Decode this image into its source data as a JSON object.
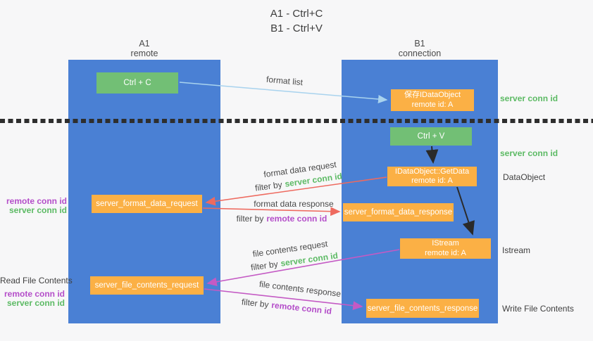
{
  "title": {
    "line1": "A1 - Ctrl+C",
    "line2": "B1 - Ctrl+V"
  },
  "columns": {
    "a1": {
      "name": "A1",
      "subtitle": "remote"
    },
    "b1": {
      "name": "B1",
      "subtitle": "connection"
    }
  },
  "nodes": {
    "ctrl_c": "Ctrl + C",
    "ctrl_v": "Ctrl + V",
    "save_dataobject": {
      "line1": "保存IDataObject",
      "line2": "remote id: A"
    },
    "getdata": {
      "line1": "IDataObject::GetData",
      "line2": "remote id: A"
    },
    "istream": {
      "line1": "IStream",
      "line2": "remote id: A"
    },
    "format_request": "server_format_data_request",
    "format_response": "server_format_data_response",
    "file_request": "server_file_contents_request",
    "file_response": "server_file_contents_response"
  },
  "edge_labels": {
    "format_list": "format list",
    "format_data_request": "format data request",
    "format_data_response": "format data response",
    "file_contents_request": "file contents request",
    "file_contents_response": "file contents response",
    "filter_by": "filter by",
    "server_conn_id": "server conn id",
    "remote_conn_id": "remote conn id"
  },
  "side_labels": {
    "server_conn_id": "server conn id",
    "remote_conn_id": "remote conn id",
    "dataobject": "DataObject",
    "istream": "Istream",
    "read_file_contents": "Read File Contents",
    "write_file_contents": "Write File Contents"
  },
  "colors": {
    "column_blue": "#4a80d4",
    "node_green": "#72bf75",
    "node_orange": "#fbb045",
    "server_conn_green": "#5cba64",
    "remote_conn_purple": "#b44ec9",
    "arrow_red": "#ee6a5f",
    "arrow_magenta": "#c45ac4",
    "arrow_light_blue": "#a9d3ee",
    "arrow_black": "#2a2a2a",
    "text_dark": "#3c3c3c"
  }
}
